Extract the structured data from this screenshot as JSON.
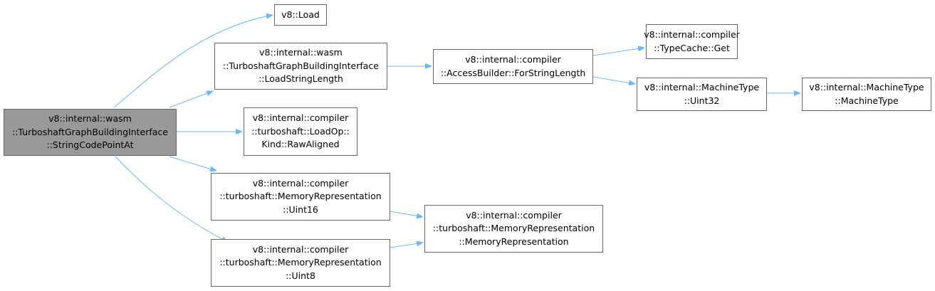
{
  "colors": {
    "edge": "#63b8ff",
    "border": "#666666",
    "root_fill": "#999999",
    "node_fill": "#ffffff"
  },
  "nodes": [
    {
      "id": "root",
      "lines": [
        "v8::internal::wasm",
        "::TurboshaftGraphBuildingInterface",
        "::StringCodePointAt"
      ],
      "highlight": true
    },
    {
      "id": "load",
      "lines": [
        "v8::Load"
      ]
    },
    {
      "id": "loadstringlength",
      "lines": [
        "v8::internal::wasm",
        "::TurboshaftGraphBuildingInterface",
        "::LoadStringLength"
      ]
    },
    {
      "id": "forstringlength",
      "lines": [
        "v8::internal::compiler",
        "::AccessBuilder::ForStringLength"
      ]
    },
    {
      "id": "typecacheget",
      "lines": [
        "v8::internal::compiler",
        "::TypeCache::Get"
      ]
    },
    {
      "id": "uint32",
      "lines": [
        "v8::internal::MachineType",
        "::Uint32"
      ]
    },
    {
      "id": "machinetype",
      "lines": [
        "v8::internal::MachineType",
        "::MachineType"
      ]
    },
    {
      "id": "rawaligned",
      "lines": [
        "v8::internal::compiler",
        "::turboshaft::LoadOp::",
        "Kind::RawAligned"
      ]
    },
    {
      "id": "uint16",
      "lines": [
        "v8::internal::compiler",
        "::turboshaft::MemoryRepresentation",
        "::Uint16"
      ]
    },
    {
      "id": "memrep",
      "lines": [
        "v8::internal::compiler",
        "::turboshaft::MemoryRepresentation",
        "::MemoryRepresentation"
      ]
    },
    {
      "id": "uint8",
      "lines": [
        "v8::internal::compiler",
        "::turboshaft::MemoryRepresentation",
        "::Uint8"
      ]
    }
  ],
  "edges": [
    {
      "from": "root",
      "to": "load"
    },
    {
      "from": "root",
      "to": "loadstringlength"
    },
    {
      "from": "root",
      "to": "rawaligned"
    },
    {
      "from": "root",
      "to": "uint16"
    },
    {
      "from": "root",
      "to": "uint8"
    },
    {
      "from": "loadstringlength",
      "to": "forstringlength"
    },
    {
      "from": "forstringlength",
      "to": "typecacheget"
    },
    {
      "from": "forstringlength",
      "to": "uint32"
    },
    {
      "from": "uint32",
      "to": "machinetype"
    },
    {
      "from": "uint16",
      "to": "memrep"
    },
    {
      "from": "uint8",
      "to": "memrep"
    }
  ]
}
